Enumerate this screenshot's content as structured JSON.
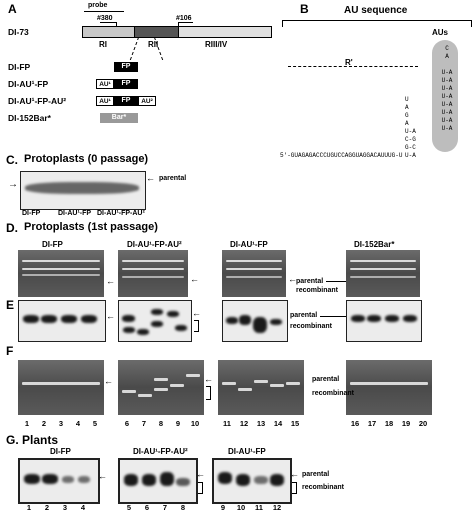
{
  "panels": {
    "A": {
      "letter": "A",
      "construct_main": "DI-73",
      "probe": "probe",
      "site1": "#380",
      "site2": "#106",
      "regions": [
        "RI",
        "RII",
        "RIII/IV"
      ],
      "constructs": [
        "DI-FP",
        "DI-AU¹-FP",
        "DI-AU¹-FP-AU²",
        "DI-152Bar*"
      ],
      "fp": "FP",
      "au1": "AU¹",
      "au2": "AU²",
      "bar": "Bar*"
    },
    "B": {
      "letter": "B",
      "title": "AU sequence",
      "rprime": "R'",
      "aus": "AUs",
      "seq": "5'-GUAGAGACCCUGUCCAGGUAGGACAUUUG-U"
    },
    "C": {
      "letter": "C.",
      "title": "Protoplasts (0 passage)",
      "parental": "parental",
      "lanes": [
        "DI-FP",
        "DI-AU¹-FP",
        "DI-AU¹-FP-AU²"
      ]
    },
    "D": {
      "letter": "D.",
      "title": "Protoplasts (1st passage)",
      "groups": [
        "DI-FP",
        "DI-AU¹-FP-AU²",
        "DI-AU¹-FP",
        "DI-152Bar*"
      ],
      "parental": "parental",
      "recombinant": "recombinant"
    },
    "E": {
      "letter": "E",
      "parental": "parental",
      "recombinant": "recombinant"
    },
    "F": {
      "letter": "F",
      "parental": "parental",
      "recombinant": "recombinant",
      "lane_numbers": [
        "1",
        "2",
        "3",
        "4",
        "5",
        "6",
        "7",
        "8",
        "9",
        "10",
        "11",
        "12",
        "13",
        "14",
        "15",
        "16",
        "17",
        "18",
        "19",
        "20"
      ]
    },
    "G": {
      "letter": "G. Plants",
      "groups": [
        "DI-FP",
        "DI-AU¹-FP-AU²",
        "DI-AU¹-FP"
      ],
      "parental": "parental",
      "recombinant": "recombinant",
      "lane_numbers": [
        "1",
        "2",
        "3",
        "4",
        "5",
        "6",
        "7",
        "8",
        "9",
        "10",
        "11",
        "12"
      ]
    }
  }
}
